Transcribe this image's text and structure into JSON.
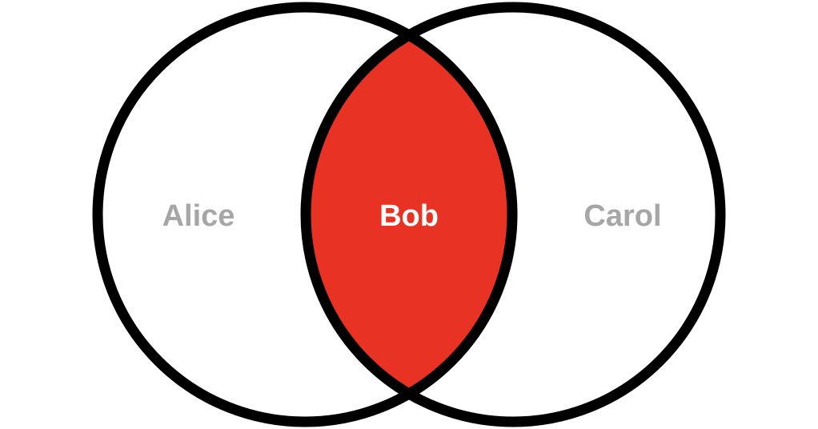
{
  "diagram": {
    "type": "venn",
    "sets": [
      {
        "id": "left",
        "label": "Alice"
      },
      {
        "id": "right",
        "label": "Carol"
      }
    ],
    "intersection": {
      "label": "Bob"
    },
    "colors": {
      "outline": "#000000",
      "intersection_fill": "#e83324",
      "set_label": "#a6a6a6",
      "intersection_label": "#ffffff",
      "background": "#ffffff"
    }
  }
}
